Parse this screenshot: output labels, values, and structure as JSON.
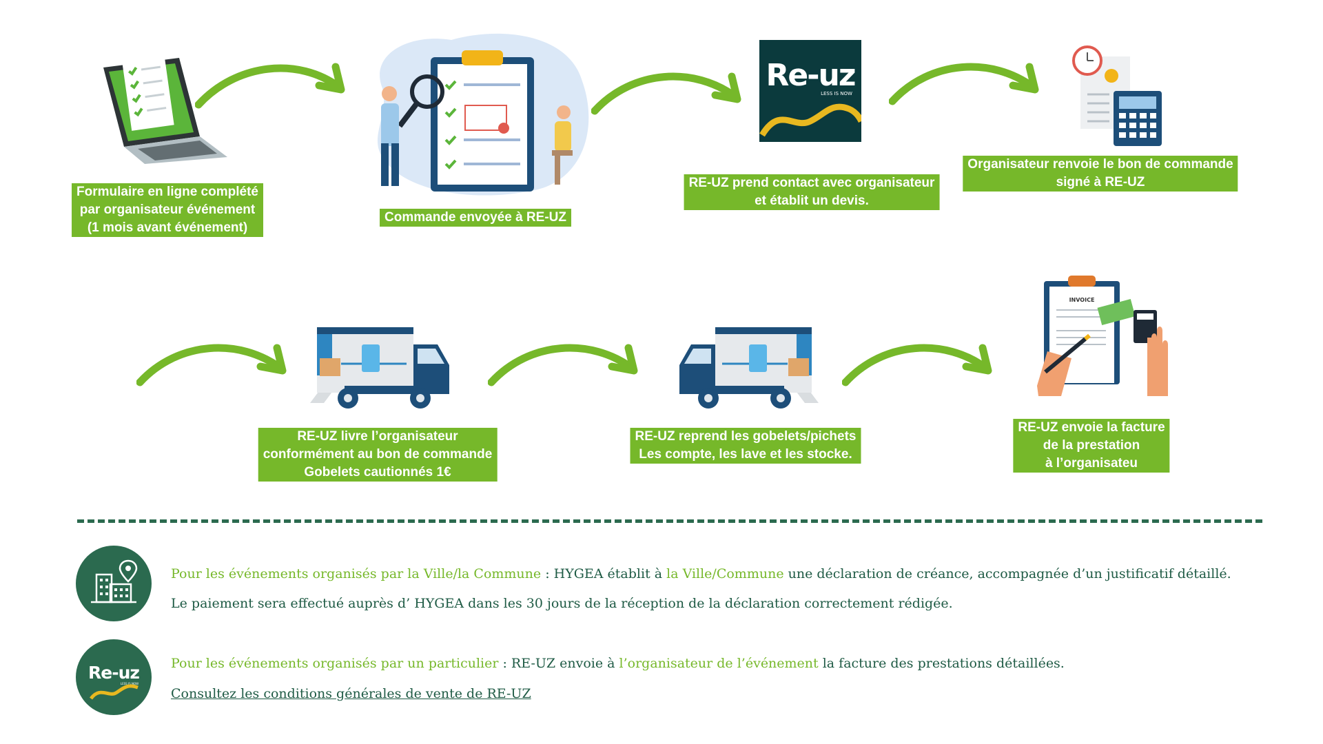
{
  "steps": [
    {
      "lines": [
        "Formulaire en ligne complété",
        "par organisateur événement",
        "(1 mois avant événement)"
      ]
    },
    {
      "lines": [
        "Commande envoyée à RE-UZ"
      ]
    },
    {
      "lines": [
        "RE-UZ prend contact avec organisateur",
        "et établit un devis."
      ]
    },
    {
      "lines": [
        "Organisateur renvoie le bon de commande",
        "signé à RE-UZ"
      ]
    },
    {
      "lines": [
        "RE-UZ livre l’organisateur",
        "conformément au bon de commande",
        "Gobelets cautionnés 1€"
      ]
    },
    {
      "lines": [
        "RE-UZ reprend les gobelets/pichets",
        "Les compte, les lave et les stocke."
      ]
    },
    {
      "lines": [
        "RE-UZ envoie la facture",
        "de la prestation",
        "à l’organisateu"
      ]
    }
  ],
  "logo": {
    "brand": "Re-uz",
    "tagline": "LESS IS NOW"
  },
  "invoice_label": "INVOICE",
  "info": {
    "commune": {
      "lead": "Pour les événements organisés par la Ville/la Commune",
      "sep": " : HYGEA établit à ",
      "target": "la Ville/Commune",
      "rest": " une déclaration de créance, accompagnée d’un justificatif détaillé.",
      "line2": "Le paiement sera effectué auprès d’ HYGEA dans les 30 jours de la réception de la déclaration correctement rédigée."
    },
    "particulier": {
      "lead": "Pour les événements organisés par un particulier",
      "sep": " : RE-UZ envoie à ",
      "target": "l’organisateur de l’événement",
      "rest": " la facture des prestations détaillées.",
      "link": "Consultez les conditions générales de vente de RE-UZ"
    }
  },
  "colors": {
    "accent_green": "#76b82a",
    "dark_green": "#2b6a4f",
    "navy": "#1d4e79",
    "logo_bg": "#0b3a3d",
    "logo_wave": "#e8b820"
  }
}
